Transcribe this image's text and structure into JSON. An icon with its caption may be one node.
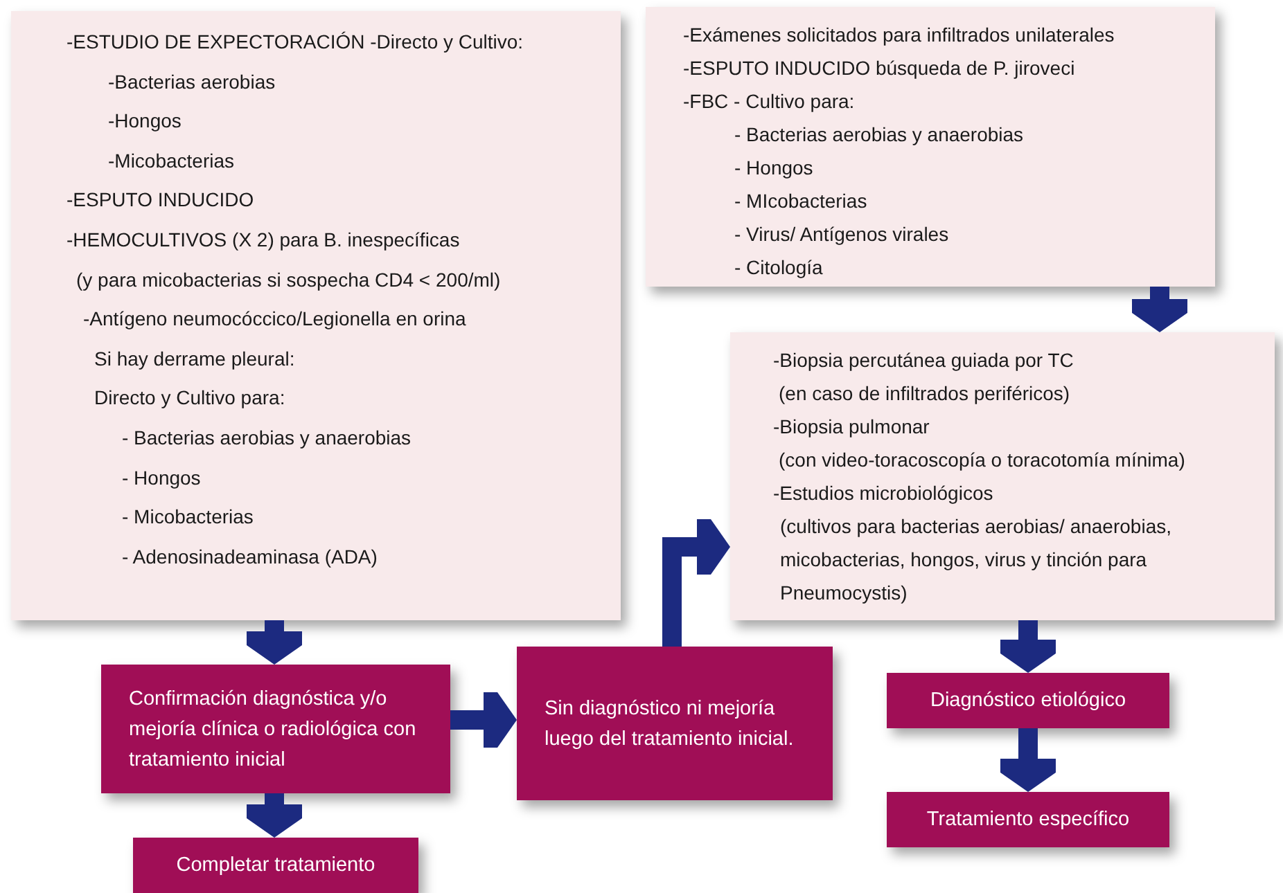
{
  "diagram": {
    "nodes": [
      {
        "text": [
          "-ESTUDIO DE EXPECTORACIÓN -Directo y Cultivo:",
          "-Bacterias aerobias",
          "-Hongos",
          "-Micobacterias",
          "-ESPUTO INDUCIDO",
          "-HEMOCULTIVOS (X 2) para B. inespecíficas",
          "(y para micobacterias si sospecha CD4 < 200/ml)",
          "-Antígeno neumocóccico/Legionella en orina",
          "Si hay derrame pleural:",
          "Directo y Cultivo para:",
          "- Bacterias aerobias y anaerobias",
          "- Hongos",
          "- Micobacterias",
          "- Adenosinadeaminasa (ADA)"
        ]
      },
      {
        "text": [
          "-Exámenes solicitados para infiltrados unilaterales",
          "-ESPUTO INDUCIDO búsqueda de P. jiroveci",
          "-FBC - Cultivo para:",
          "- Bacterias aerobias y anaerobias",
          "- Hongos",
          "- MIcobacterias",
          "- Virus/ Antígenos virales",
          "- Citología"
        ]
      },
      {
        "text": [
          "-Biopsia percutánea guiada por TC",
          "(en caso de infiltrados periféricos)",
          "-Biopsia pulmonar",
          "(con video-toracoscopía o toracotomía mínima)",
          "-Estudios microbiológicos",
          "(cultivos para bacterias aerobias/ anaerobias,",
          "micobacterias, hongos, virus y tinción para",
          "Pneumocystis)"
        ]
      },
      {
        "text": [
          "Confirmación diagnóstica y/o mejoría clínica o radiológica con tratamiento inicial"
        ]
      },
      {
        "text": [
          "Completar tratamiento"
        ]
      },
      {
        "text": [
          "Sin diagnóstico ni mejoría luego del tratamiento inicial."
        ]
      },
      {
        "text": [
          "Diagnóstico etiológico"
        ]
      },
      {
        "text": [
          "Tratamiento específico"
        ]
      }
    ],
    "edges": [
      {
        "from": 0,
        "to": 3,
        "arrow": "to"
      },
      {
        "from": 3,
        "to": 4,
        "arrow": "to"
      },
      {
        "from": 3,
        "to": 5,
        "arrow": "to"
      },
      {
        "from": 5,
        "to": 2,
        "arrow": "to"
      },
      {
        "from": 1,
        "to": 2,
        "arrow": "to"
      },
      {
        "from": 2,
        "to": 6,
        "arrow": "to"
      },
      {
        "from": 6,
        "to": 7,
        "arrow": "to"
      }
    ]
  }
}
